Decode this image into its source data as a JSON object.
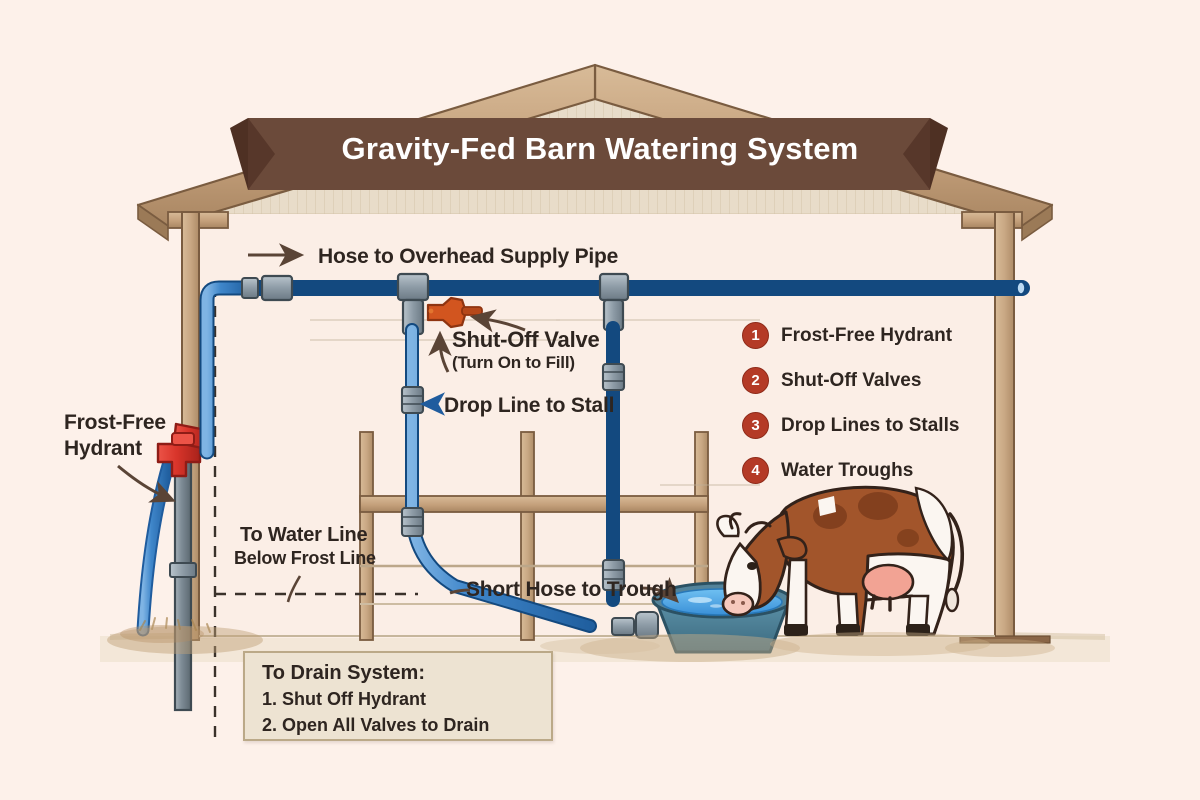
{
  "title": "Gravity-Fed Barn Watering System",
  "colors": {
    "background": "#FDF1EA",
    "banner": "#6B4A3A",
    "pipe": "#3C7FC4",
    "pipe_dark": "#1F5C9E",
    "fitting": "#8A99A6",
    "hydrant_red": "#D8342A",
    "valve_orange": "#D2551F",
    "wood": "#C9A884",
    "wood_dark": "#8A6647",
    "legend_badge": "#B43A26",
    "trough": "#4A7D93",
    "water": "#4FA8E8",
    "cow_brown": "#A2552B",
    "cow_white": "#FBF6F1",
    "ground": "#C3A783",
    "arrow": "#5A4436",
    "text": "#2E2520"
  },
  "callouts": {
    "hose_to_overhead": "Hose to Overhead Supply Pipe",
    "shut_off_valve": "Shut-Off Valve",
    "shut_off_valve_sub": "(Turn On to Fill)",
    "drop_line": "Drop Line to Stall",
    "frost_free_hydrant_line1": "Frost-Free",
    "frost_free_hydrant_line2": "Hydrant",
    "to_water_line_1": "To Water Line",
    "to_water_line_2": "Below Frost Line",
    "short_hose": "Short Hose to Trough"
  },
  "legend": {
    "items": [
      {
        "num": "1",
        "label": "Frost-Free Hydrant"
      },
      {
        "num": "2",
        "label": "Shut-Off Valves"
      },
      {
        "num": "3",
        "label": "Drop Lines to Stalls"
      },
      {
        "num": "4",
        "label": "Water Troughs"
      }
    ]
  },
  "drain_box": {
    "title": "To Drain System:",
    "step1": "1. Shut Off Hydrant",
    "step2": "2. Open All Valves to Drain"
  },
  "scene": {
    "structure": "barn-gable-roof",
    "animal": "dairy-cow-drinking",
    "vessel": "water-trough"
  }
}
